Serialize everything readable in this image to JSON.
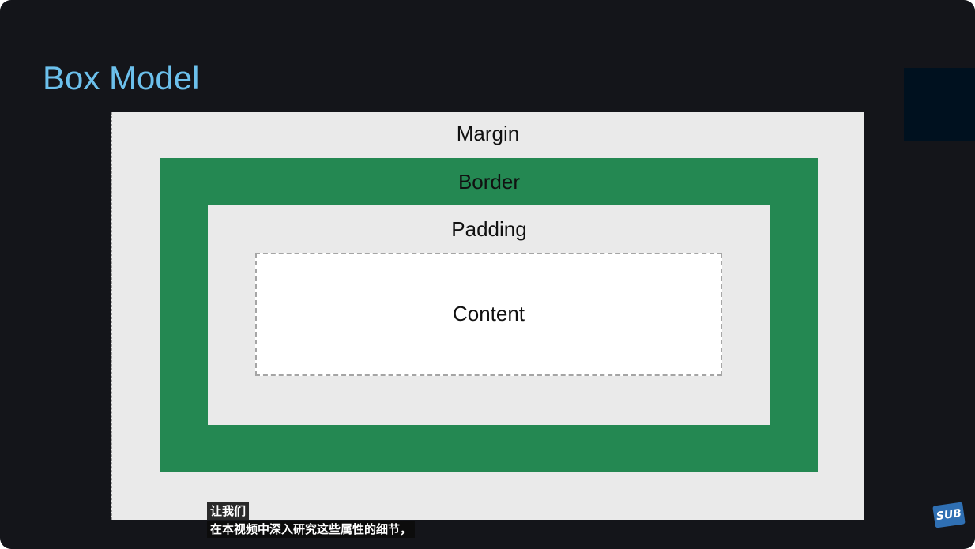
{
  "slide": {
    "title": "Box Model"
  },
  "diagram": {
    "margin_label": "Margin",
    "border_label": "Border",
    "padding_label": "Padding",
    "content_label": "Content",
    "colors": {
      "margin": "#eaeaea",
      "border": "#248852",
      "padding": "#eaeaea",
      "content": "#ffffff",
      "title": "#6cc0ec",
      "background": "#14151a"
    }
  },
  "captions": {
    "line1": "让我们",
    "line2": "在本视频中深入研究这些属性的细节，"
  },
  "controls": {
    "subtitle_badge": "SUB",
    "subtitle_icon": "subtitles-icon"
  }
}
